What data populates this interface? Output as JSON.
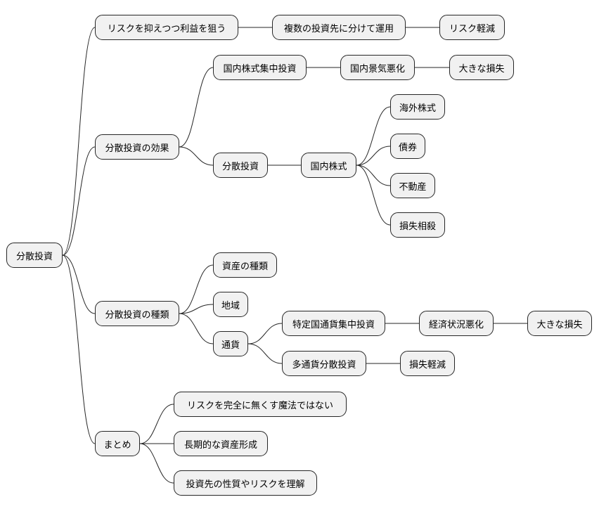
{
  "mindmap": {
    "root": "分散投資",
    "branch_risk": {
      "label": "リスクを抑えつつ利益を狙う",
      "child": "複数の投資先に分けて運用",
      "grandchild": "リスク軽減"
    },
    "branch_effect": {
      "label": "分散投資の効果",
      "concentrated": {
        "label": "国内株式集中投資",
        "child": "国内景気悪化",
        "grandchild": "大きな損失"
      },
      "diversified": {
        "label": "分散投資",
        "child": "国内株式",
        "targets": [
          "海外株式",
          "債券",
          "不動産",
          "損失相殺"
        ]
      }
    },
    "branch_types": {
      "label": "分散投資の種類",
      "assets": "資産の種類",
      "region": "地域",
      "currency": {
        "label": "通貨",
        "single": {
          "label": "特定国通貨集中投資",
          "child": "経済状況悪化",
          "grandchild": "大きな損失"
        },
        "multi": {
          "label": "多通貨分散投資",
          "child": "損失軽減"
        }
      }
    },
    "branch_summary": {
      "label": "まとめ",
      "items": [
        "リスクを完全に無くす魔法ではない",
        "長期的な資産形成",
        "投資先の性質やリスクを理解"
      ]
    }
  }
}
